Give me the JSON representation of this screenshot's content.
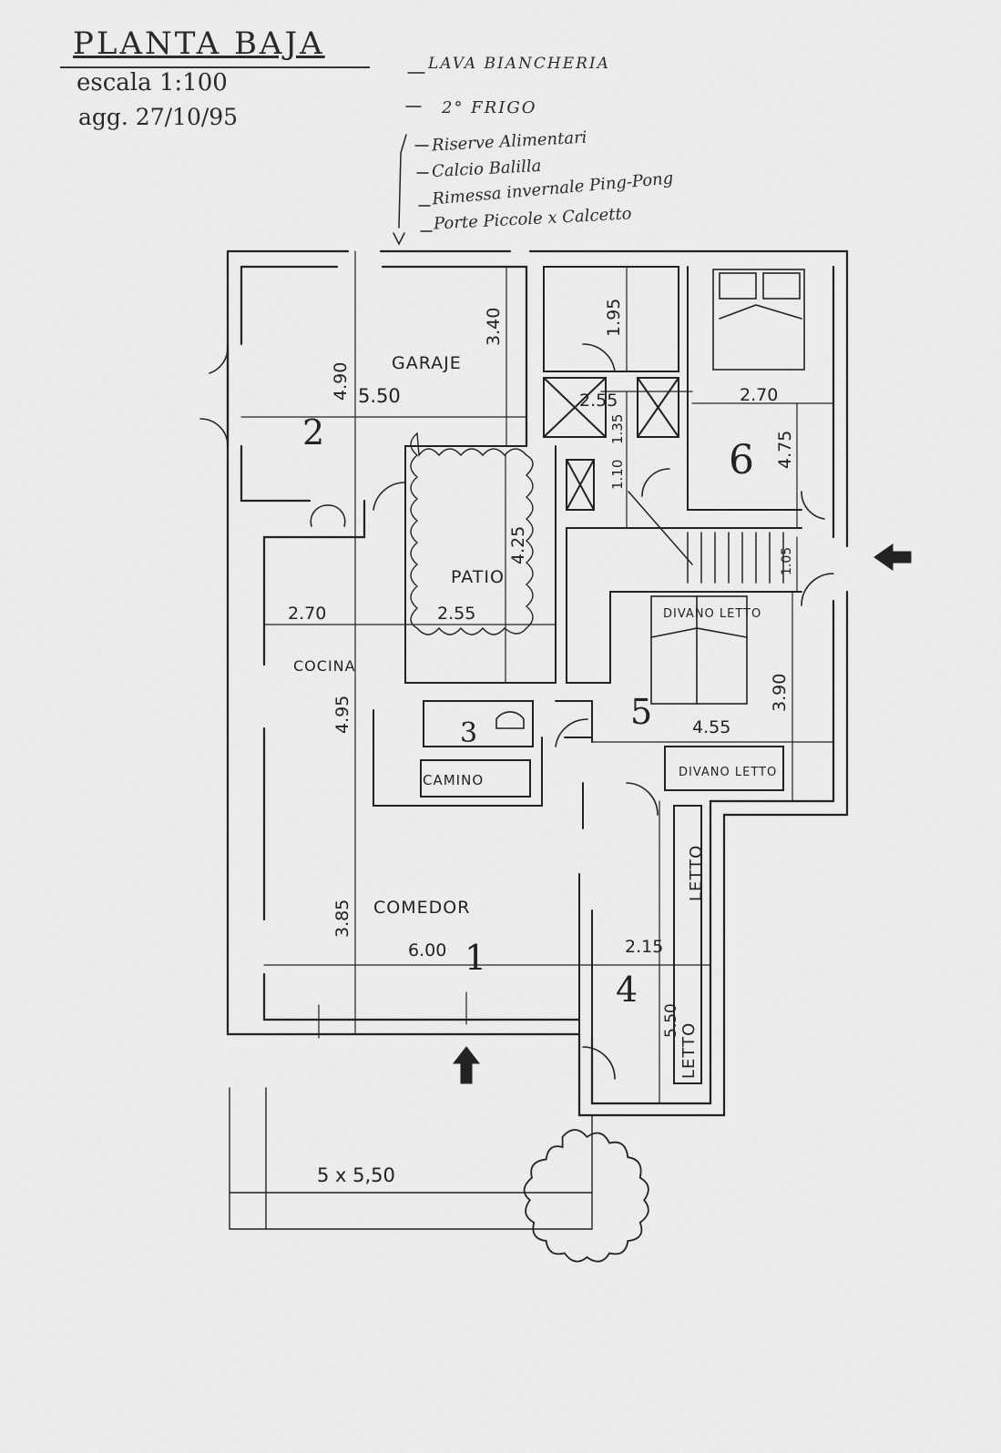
{
  "header": {
    "title": "PLANTA BAJA",
    "scale": "escala 1:100",
    "date": "agg. 27/10/95"
  },
  "notes": [
    "LAVA BIANCHERIA",
    "2° FRIGO",
    "Riserve Alimentari",
    "Calcio Balilla",
    "Rimessa invernale Ping-Pong",
    "Porte Piccole x Calcetto"
  ],
  "rooms": {
    "garaje": "GARAJE",
    "patio": "PATIO",
    "cocina": "COCINA",
    "comedor": "COMEDOR",
    "camino": "CAMINO",
    "divano_letto_1": "DIVANO LETTO",
    "divano_letto_2": "DIVANO LETTO",
    "letto_1": "LETTO",
    "letto_2": "LETTO"
  },
  "room_numbers": {
    "n1": "1",
    "n2": "2",
    "n3": "3",
    "n4": "4",
    "n5": "5",
    "n6": "6"
  },
  "dimensions": {
    "garaje_w": "5.50",
    "garaje_h": "4.90",
    "garaje_h2": "3.40",
    "bath_h": "1.95",
    "bath_w": "2.55",
    "bath_h2": "1.35",
    "bath_h3": "1.10",
    "room6_w": "2.70",
    "room6_h": "4.75",
    "stair_h": "1.05",
    "patio_h": "4.25",
    "patio_w": "2.55",
    "cocina_w": "2.70",
    "cocina_h": "4.95",
    "room5_h": "3.90",
    "room5_w": "4.55",
    "comedor_h": "3.85",
    "comedor_w": "6.00",
    "room4_w": "2.15",
    "room4_h": "5.50",
    "terrace": "5 x 5,50"
  }
}
